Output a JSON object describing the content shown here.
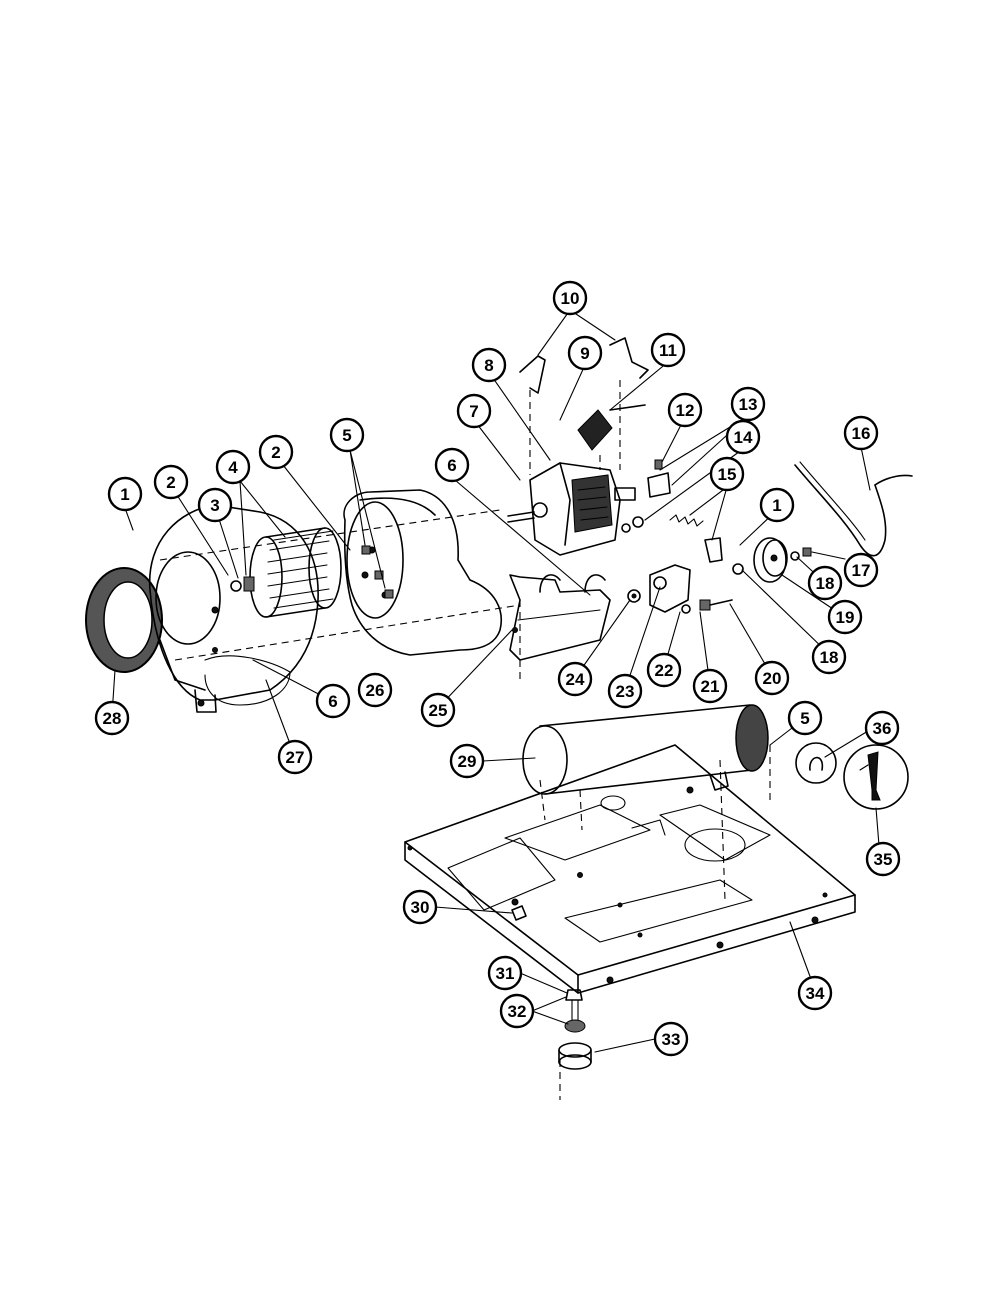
{
  "callouts": [
    {
      "id": "c1a",
      "num": "1"
    },
    {
      "id": "c1b",
      "num": "1"
    },
    {
      "id": "c2a",
      "num": "2"
    },
    {
      "id": "c2b",
      "num": "2"
    },
    {
      "id": "c3",
      "num": "3"
    },
    {
      "id": "c4",
      "num": "4"
    },
    {
      "id": "c5a",
      "num": "5"
    },
    {
      "id": "c5b",
      "num": "5"
    },
    {
      "id": "c6a",
      "num": "6"
    },
    {
      "id": "c6b",
      "num": "6"
    },
    {
      "id": "c7",
      "num": "7"
    },
    {
      "id": "c8",
      "num": "8"
    },
    {
      "id": "c9",
      "num": "9"
    },
    {
      "id": "c10",
      "num": "10"
    },
    {
      "id": "c11",
      "num": "11"
    },
    {
      "id": "c12",
      "num": "12"
    },
    {
      "id": "c13",
      "num": "13"
    },
    {
      "id": "c14",
      "num": "14"
    },
    {
      "id": "c15",
      "num": "15"
    },
    {
      "id": "c16",
      "num": "16"
    },
    {
      "id": "c17",
      "num": "17"
    },
    {
      "id": "c18a",
      "num": "18"
    },
    {
      "id": "c18b",
      "num": "18"
    },
    {
      "id": "c19",
      "num": "19"
    },
    {
      "id": "c20",
      "num": "20"
    },
    {
      "id": "c21",
      "num": "21"
    },
    {
      "id": "c22",
      "num": "22"
    },
    {
      "id": "c23",
      "num": "23"
    },
    {
      "id": "c24",
      "num": "24"
    },
    {
      "id": "c25",
      "num": "25"
    },
    {
      "id": "c26",
      "num": "26"
    },
    {
      "id": "c27",
      "num": "27"
    },
    {
      "id": "c28",
      "num": "28"
    },
    {
      "id": "c29",
      "num": "29"
    },
    {
      "id": "c30",
      "num": "30"
    },
    {
      "id": "c31",
      "num": "31"
    },
    {
      "id": "c32",
      "num": "32"
    },
    {
      "id": "c33",
      "num": "33"
    },
    {
      "id": "c34",
      "num": "34"
    },
    {
      "id": "c35",
      "num": "35"
    },
    {
      "id": "c36",
      "num": "36"
    }
  ]
}
